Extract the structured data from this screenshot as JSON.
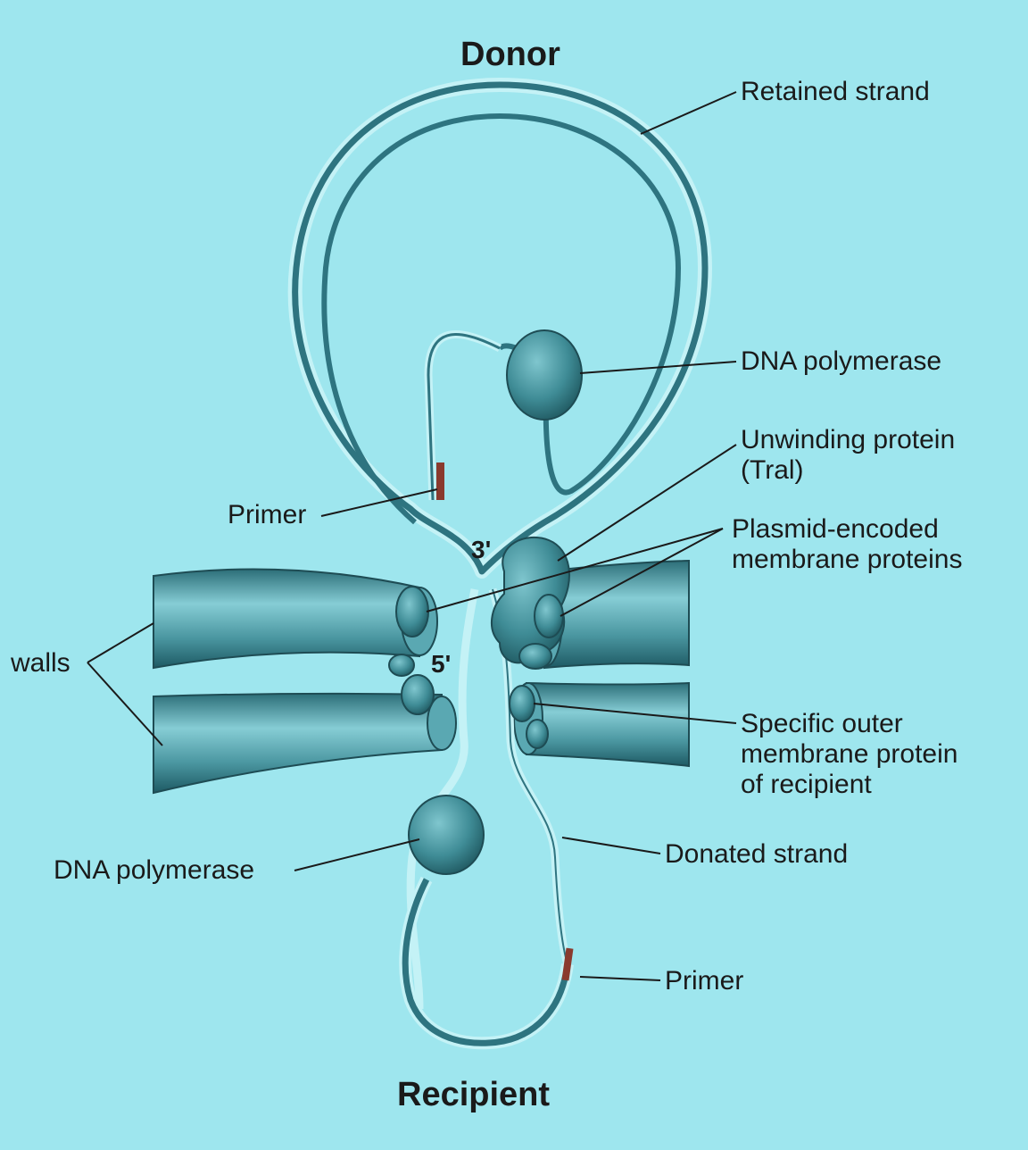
{
  "titles": {
    "top": "Donor",
    "bottom": "Recipient"
  },
  "ends": {
    "three_prime": "3'",
    "five_prime": "5'"
  },
  "labels": {
    "retained_strand": "Retained strand",
    "dna_polymerase_donor": "DNA polymerase",
    "unwinding_protein_line1": "Unwinding protein",
    "unwinding_protein_line2": "(Tral)",
    "plasmid_proteins_line1": "Plasmid-encoded",
    "plasmid_proteins_line2": "membrane proteins",
    "primer_donor": "Primer",
    "walls": "walls",
    "outer_protein_line1": "Specific outer",
    "outer_protein_line2": "membrane protein",
    "outer_protein_line3": "of recipient",
    "dna_polymerase_recipient": "DNA polymerase",
    "donated_strand": "Donated strand",
    "primer_recipient": "Primer"
  },
  "colors": {
    "background": "#9ee6ee",
    "strand_dark": "#2e7480",
    "strand_light": "#c4f2f6",
    "protein": "#3f8c96",
    "wall": "#4a9aa4",
    "primer": "#8a3a2e"
  }
}
